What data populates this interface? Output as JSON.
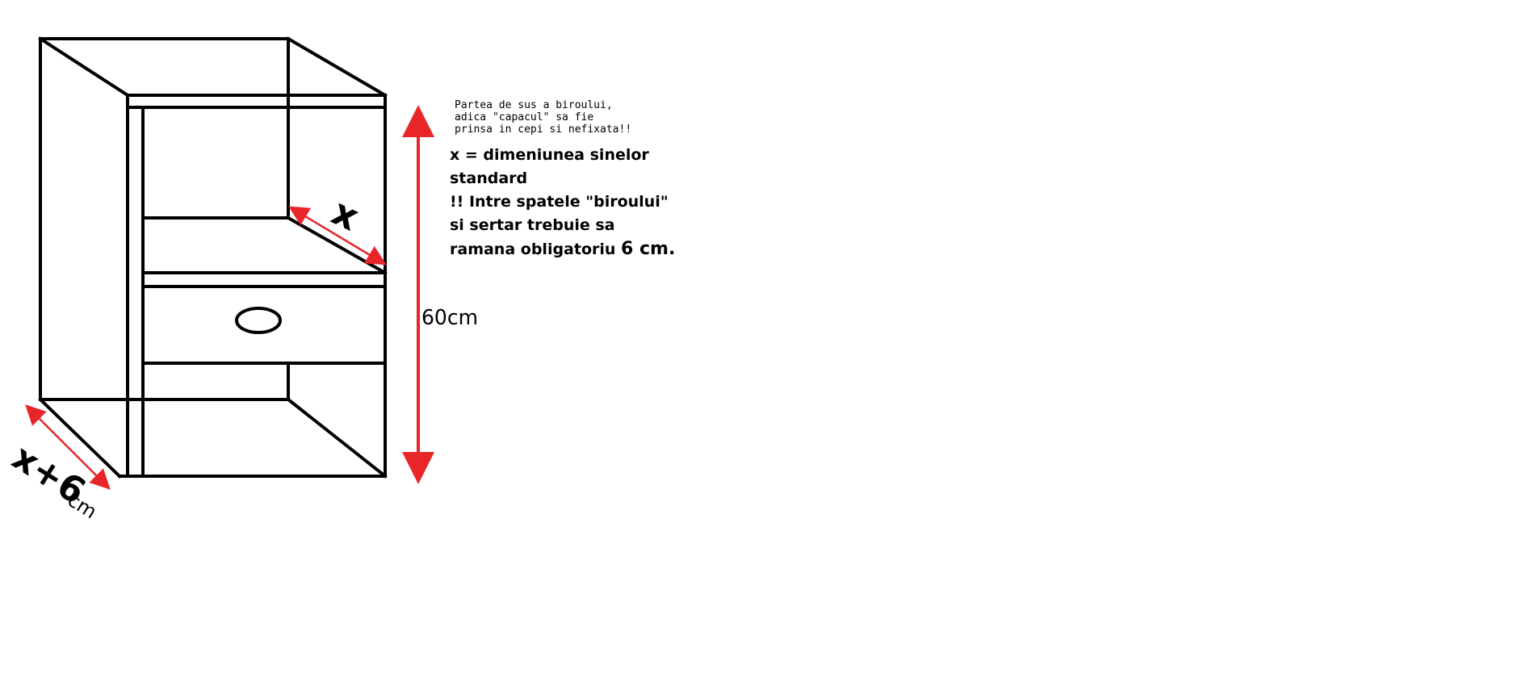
{
  "colors": {
    "ink": "#000000",
    "dimension_arrow": "#e8262a",
    "background": "#ffffff"
  },
  "top_note": {
    "lines": [
      "Partea de sus a biroului,",
      "adica \"capacul\" sa fie",
      "prinsa in cepi si nefixata!!"
    ]
  },
  "main_note": {
    "line1": "x = dimeniunea sinelor",
    "line2": "standard",
    "line3": "!! Intre spatele \"biroului\"",
    "line4": "si sertar trebuie sa",
    "line5": "ramana obligatoriu",
    "line5_value": "6 cm."
  },
  "dimensions": {
    "height_label": "60cm",
    "depth_x_label": "x",
    "total_depth_label_x": "x+6",
    "total_depth_label_unit": "cm"
  }
}
